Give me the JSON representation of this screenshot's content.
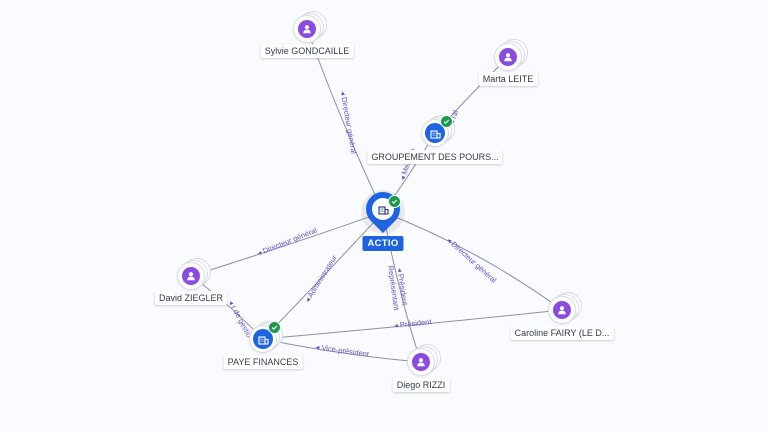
{
  "central": {
    "label": "ACTIO",
    "icon": "building-icon"
  },
  "nodes": [
    {
      "id": "sylvie",
      "label": "Sylvie GONDCAILLE",
      "type": "person",
      "icon": "person-icon"
    },
    {
      "id": "marta",
      "label": "Marta LEITE",
      "type": "person",
      "icon": "person-icon"
    },
    {
      "id": "groupement",
      "label": "GROUPEMENT DES POURS...",
      "type": "company",
      "icon": "building-icon",
      "verified": true
    },
    {
      "id": "david",
      "label": "David ZIEGLER",
      "type": "person",
      "icon": "person-icon"
    },
    {
      "id": "paye",
      "label": "PAYE FINANCES",
      "type": "company",
      "icon": "building-icon",
      "verified": true
    },
    {
      "id": "caroline",
      "label": "Caroline FAIRY (LE D...",
      "type": "person",
      "icon": "person-icon"
    },
    {
      "id": "diego",
      "label": "Diego RIZZI",
      "type": "person",
      "icon": "person-icon"
    }
  ],
  "edges": [
    {
      "from": "sylvie",
      "to": "central",
      "label": "Directeur général"
    },
    {
      "from": "groupement",
      "to": "central",
      "label": "Membre"
    },
    {
      "from": "marta",
      "to": "groupement",
      "label": "ral"
    },
    {
      "from": "david",
      "to": "central",
      "label": "Directeur général"
    },
    {
      "from": "paye",
      "to": "central",
      "label": "Administrateur"
    },
    {
      "from": "caroline",
      "to": "central",
      "label": "Directeur général"
    },
    {
      "from": "diego",
      "to": "central",
      "label": "Président\nReprésentant"
    },
    {
      "from": "david",
      "to": "paye",
      "label": "r de gestio"
    },
    {
      "from": "caroline",
      "to": "paye",
      "label": "Président"
    },
    {
      "from": "diego",
      "to": "paye",
      "label": "Vice-président"
    }
  ],
  "colors": {
    "edge": "#8a90a6",
    "edge_label": "#6a4fc8",
    "company": "#1f63e0",
    "person": "#8a4ce0",
    "verified": "#1b9b4a"
  }
}
